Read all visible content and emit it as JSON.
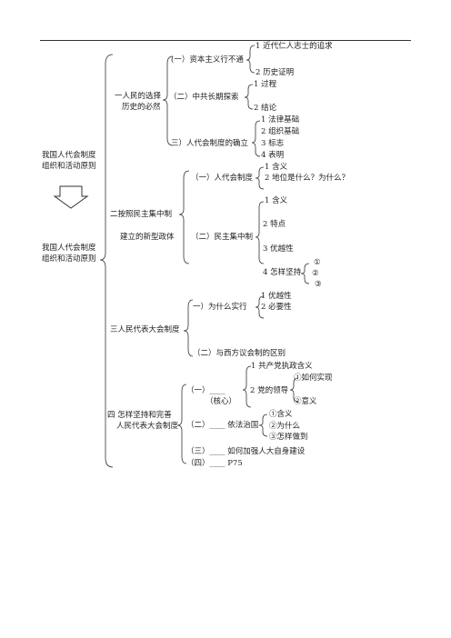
{
  "left": {
    "title_top_1": "我国人代会制度",
    "title_top_2": "组织和活动原则",
    "title_bottom_1": "我国人代会制度",
    "title_bottom_2": "组织和活动原则"
  },
  "s1": {
    "title_1": "一人民的选择",
    "title_2": "历史的必然",
    "a": "(一）资本主义行不通",
    "a1": "1 近代仁人志士的追求",
    "a2": "2 历史证明",
    "b": "（二）中共长期探索",
    "b1": "1 过程",
    "b2": "2 结论",
    "c": "三）人代会制度的确立",
    "c1": "1 法律基础",
    "c2": "2 组织基础",
    "c3": "3 标志",
    "c4": "4 表明"
  },
  "s2": {
    "title_1": "二按照民主集中制",
    "title_2": "建立的新型政体",
    "a": "（一）人代会制度",
    "a1": "1 含义",
    "a2": "2 地位是什么？为什么？",
    "b": "（二）民主集中制",
    "b1": "1 含义",
    "b2": "2 特点",
    "b3": "3 优越性",
    "b4": "4 怎样坚持",
    "b4_1": "①",
    "b4_2": "②",
    "b4_3": "③"
  },
  "s3": {
    "title": "三人民代表大会制度",
    "a": "一）为什么实行",
    "a1": "1 优越性",
    "a2": "2 必要性",
    "b": "（二）与西方议会制的区别"
  },
  "s4": {
    "title_1": "四  怎样坚持和完善",
    "title_2": "人民代表大会制度",
    "a": "（一）____",
    "a_note": "（核心）",
    "a1": "1 共产党执政含义",
    "a2": "2 党的领导",
    "a2_1": "①如何实现",
    "a2_2": "②意义",
    "b": "（二）____  依法治国",
    "b1": "①含义",
    "b2": "②为什么",
    "b3": "③怎样做到",
    "c": "（三）____    如何加强人大自身建设",
    "d": "（四）____      P75"
  }
}
